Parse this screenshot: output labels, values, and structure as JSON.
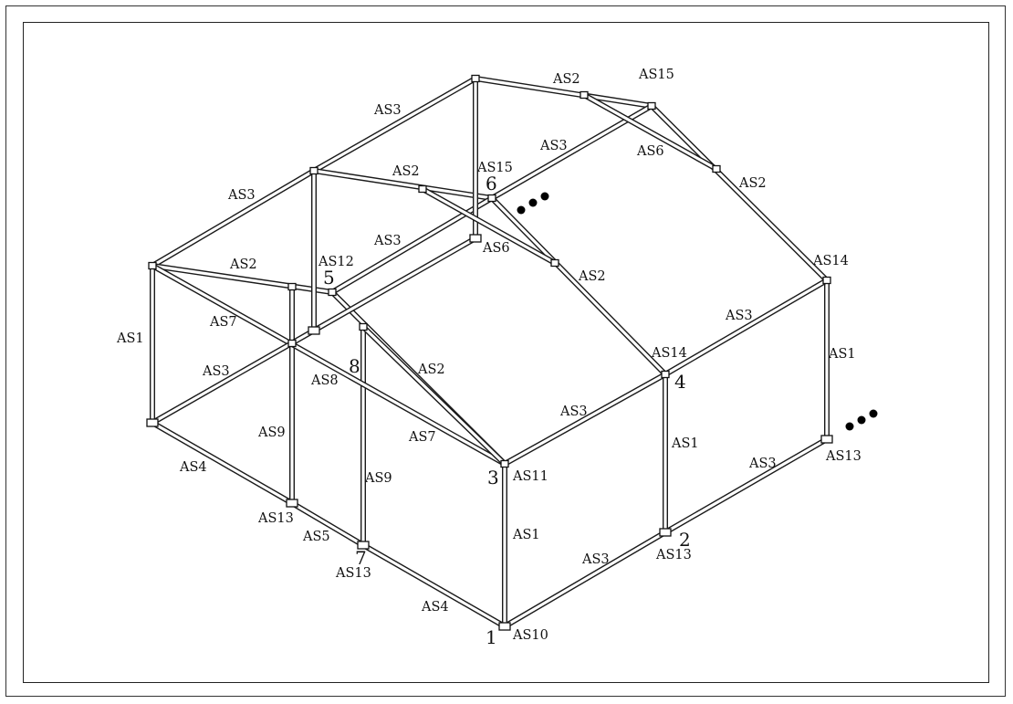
{
  "members": {
    "l1": "AS1",
    "l2": "AS1",
    "l3": "AS1",
    "l4": "AS1",
    "l5": "AS2",
    "l6": "AS2",
    "l7": "AS2",
    "l8": "AS2",
    "l9": "AS2",
    "l10": "AS2",
    "l11": "AS3",
    "l12": "AS3",
    "l13": "AS3",
    "l14": "AS3",
    "l15": "AS3",
    "l16": "AS3",
    "l17": "AS3",
    "l18": "AS3",
    "l19": "AS4",
    "l20": "AS4",
    "l21": "AS5",
    "l22": "AS6",
    "l23": "AS6",
    "l24": "AS7",
    "l25": "AS7",
    "l26": "AS8",
    "l27": "AS9",
    "l28": "AS9",
    "l29": "AS10",
    "l30": "AS11",
    "l31": "AS12",
    "l32": "AS13",
    "l33": "AS13",
    "l34": "AS13",
    "l35": "AS13",
    "l36": "AS14",
    "l37": "AS14",
    "l38": "AS15",
    "l39": "AS15"
  },
  "nodes": {
    "n1": "1",
    "n2": "2",
    "n3": "3",
    "n4": "4",
    "n5": "5",
    "n6": "6",
    "n7": "7",
    "n8": "8"
  }
}
